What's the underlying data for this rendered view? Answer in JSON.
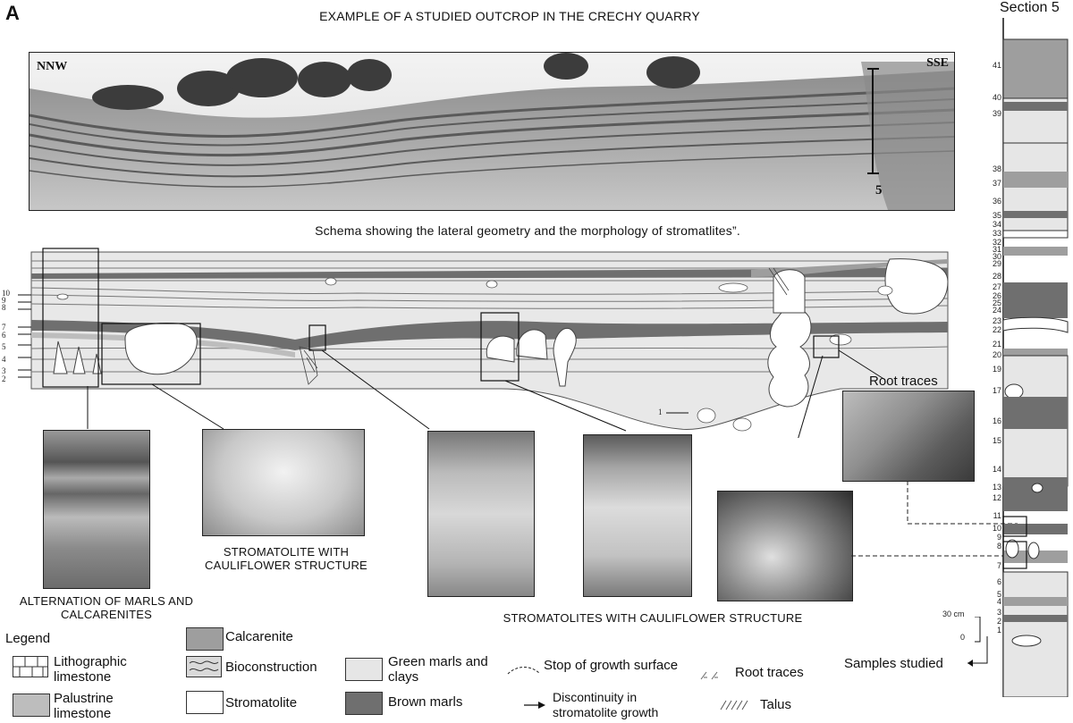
{
  "figure": {
    "panel_letter": "A",
    "title": "EXAMPLE OF A STUDIED OUTCROP IN THE CRECHY QUARRY",
    "photo_labels": {
      "left": "NNW",
      "right": "SSE",
      "scale_marker": "5"
    },
    "schema_title": "Schema showing the lateral geometry and the morphology of stromatlites”.",
    "schema_bed_numbers": [
      "10",
      "9",
      "8",
      "7",
      "6",
      "5",
      "4",
      "3",
      "2"
    ],
    "schema_bottom_label": "1",
    "root_traces_callout": "Root traces",
    "inset_captions": {
      "marls": "ALTERNATION OF MARLS AND CALCARENITES",
      "cauliflower_single": "STROMATOLITE WITH CAULIFLOWER STRUCTURE",
      "cauliflower_multi": "STROMATOLITES WITH CAULIFLOWER STRUCTURE"
    }
  },
  "section": {
    "title": "Section 5",
    "bed_numbers": [
      "41",
      "40",
      "39",
      "38",
      "37",
      "36",
      "35",
      "34",
      "33",
      "32",
      "31",
      "30",
      "29",
      "28",
      "27",
      "26",
      "25",
      "24",
      "23",
      "22",
      "21",
      "20",
      "19",
      "17",
      "16",
      "15",
      "14",
      "13",
      "12",
      "11",
      "10",
      "9",
      "8",
      "7",
      "6",
      "5",
      "4",
      "3",
      "2",
      "1"
    ],
    "scale_label": "30 cm",
    "zero_label": "0",
    "samples_label": "Samples studied"
  },
  "legend": {
    "title": "Legend",
    "items": [
      {
        "label": "Lithographic limestone",
        "swatch": "lithographic",
        "color": "#ffffff"
      },
      {
        "label": "Palustrine limestone",
        "swatch": "palustrine",
        "color": "#bdbdbd"
      },
      {
        "label": "Calcarenite",
        "swatch": "calcarenite",
        "color": "#9e9e9e"
      },
      {
        "label": "Bioconstruction",
        "swatch": "bioconstruction",
        "color": "#d9d9d9"
      },
      {
        "label": "Stromatolite",
        "swatch": "stromatolite",
        "color": "#ffffff"
      },
      {
        "label": "Green marls and clays",
        "swatch": "green-marls",
        "color": "#e6e6e6"
      },
      {
        "label": "Brown marls",
        "swatch": "brown-marls",
        "color": "#6f6f6f"
      },
      {
        "label": "Stop of growth surface",
        "swatch": "stop-growth"
      },
      {
        "label": "Discontinuity in stromatolite growth",
        "swatch": "discontinuity"
      },
      {
        "label": "Root traces",
        "swatch": "root-traces"
      },
      {
        "label": "Talus",
        "swatch": "talus"
      }
    ]
  }
}
